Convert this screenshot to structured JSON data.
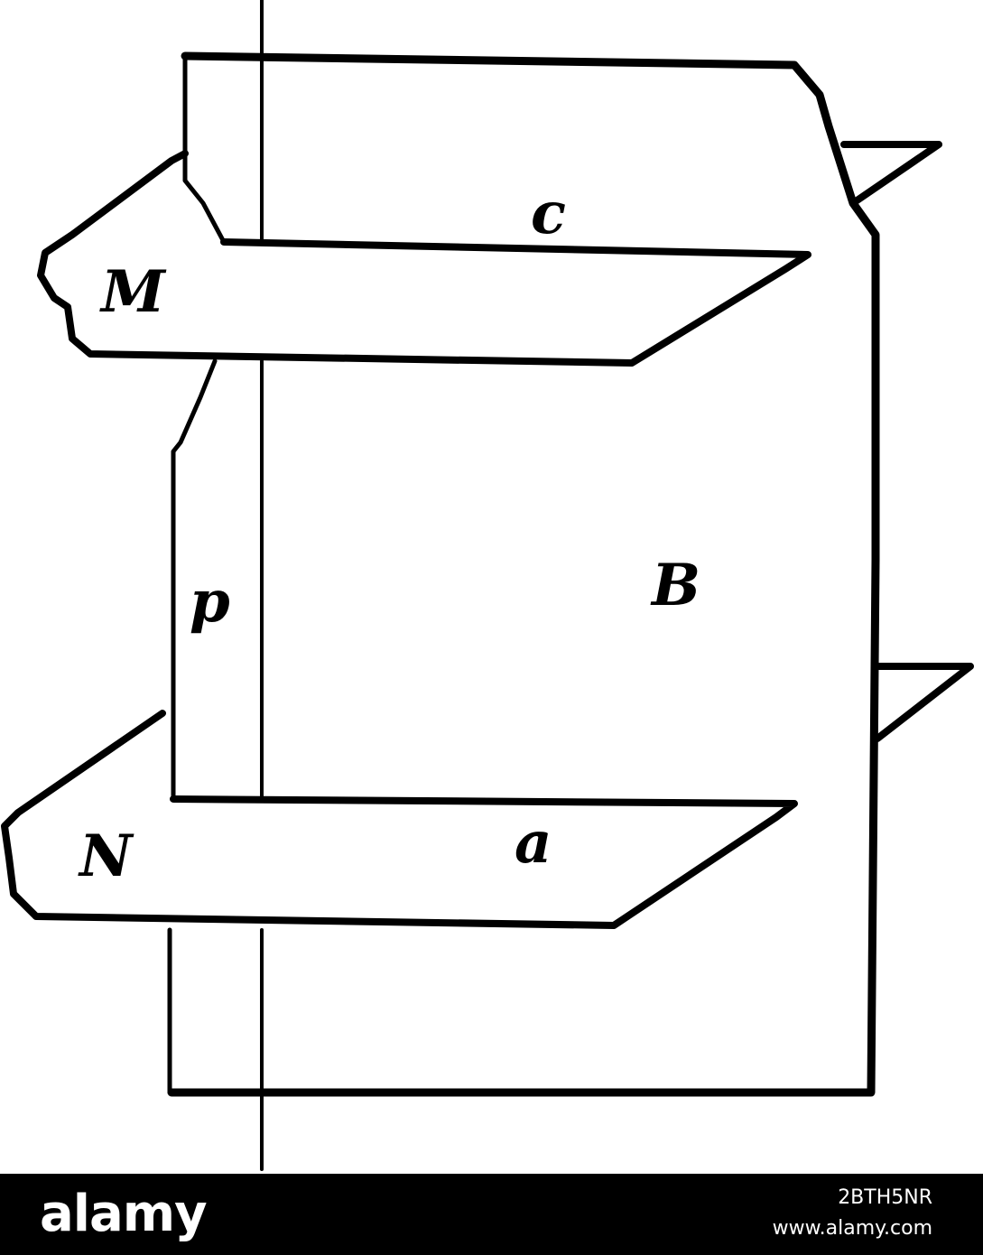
{
  "diagram": {
    "labels": {
      "M": "M",
      "c": "c",
      "p": "p",
      "B": "B",
      "N": "N",
      "a": "a"
    }
  },
  "footer": {
    "logo": "alamy",
    "image_id": "2BTH5NR",
    "site": "www.alamy.com"
  }
}
